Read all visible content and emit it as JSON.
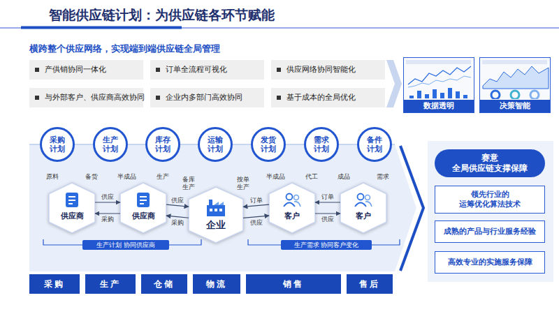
{
  "diagram": {
    "title": "智能供应链计划：为供应链各环节赋能",
    "nodes": [
      {
        "text": [
          "产供销协同一体化"
        ]
      },
      {
        "text": [
          "订单全流程可视化"
        ]
      },
      {
        "text": [
          "供应网络协同智能化"
        ]
      },
      {
        "text": [
          "与外部客户、供应商高效协同"
        ]
      },
      {
        "text": [
          "企业内多部门高效协同"
        ]
      },
      {
        "text": [
          "基于成本的全局优化"
        ]
      },
      {
        "text": [
          "数据透明"
        ]
      },
      {
        "text": [
          "决策智能"
        ]
      },
      {
        "text": [
          "采购 计划"
        ]
      },
      {
        "text": [
          "生产 计划"
        ]
      },
      {
        "text": [
          "库存 计划"
        ]
      },
      {
        "text": [
          "运输 计划"
        ]
      },
      {
        "text": [
          "发货 计划"
        ]
      },
      {
        "text": [
          "需求 计划"
        ]
      },
      {
        "text": [
          "备件 计划"
        ]
      },
      {
        "text": [
          "赛意 全局供应链支撑保障"
        ]
      },
      {
        "text": [
          "原料",
          "备货",
          "供应商"
        ]
      },
      {
        "text": [
          "半成品",
          "生产",
          "供应商"
        ]
      },
      {
        "text": [
          "备库 生产",
          "按单 生产",
          "企业"
        ]
      },
      {
        "text": [
          "半成品",
          "代工",
          "客户"
        ]
      },
      {
        "text": [
          "成品",
          "需求",
          "客户"
        ]
      },
      {
        "text": [
          "领先行业的 运筹优化算法技术"
        ]
      },
      {
        "text": [
          "成熟的产品与行业服务经验"
        ]
      },
      {
        "text": [
          "高效专业的实施服务保障"
        ]
      },
      {
        "text": [
          "生产计划 协同供应商"
        ]
      },
      {
        "text": [
          "生产需求 协同客户变化"
        ]
      },
      {
        "text": [
          "采购"
        ]
      },
      {
        "text": [
          "生产"
        ]
      },
      {
        "text": [
          "仓储"
        ]
      },
      {
        "text": [
          "物流"
        ]
      },
      {
        "text": [
          "销售"
        ]
      },
      {
        "text": [
          "售后"
        ]
      }
    ],
    "edges": [
      {
        "from": 16,
        "to": 17,
        "label": "供应",
        "arrow": "to"
      },
      {
        "from": 17,
        "to": 16,
        "label": "采购",
        "arrow": "to"
      },
      {
        "from": 17,
        "to": 18,
        "label": "供应",
        "arrow": "to"
      },
      {
        "from": 18,
        "to": 17,
        "label": "采购",
        "arrow": "to"
      },
      {
        "from": 19,
        "to": 18,
        "label": "订单",
        "arrow": "to"
      },
      {
        "from": 18,
        "to": 19,
        "label": "供应",
        "arrow": "to"
      },
      {
        "from": 20,
        "to": 19,
        "label": "订单",
        "arrow": "to"
      },
      {
        "from": 19,
        "to": 20,
        "label": "供应",
        "arrow": "to"
      }
    ],
    "labels": [
      "横跨整个供应网络，实现端到端供应链全局管理"
    ]
  }
}
